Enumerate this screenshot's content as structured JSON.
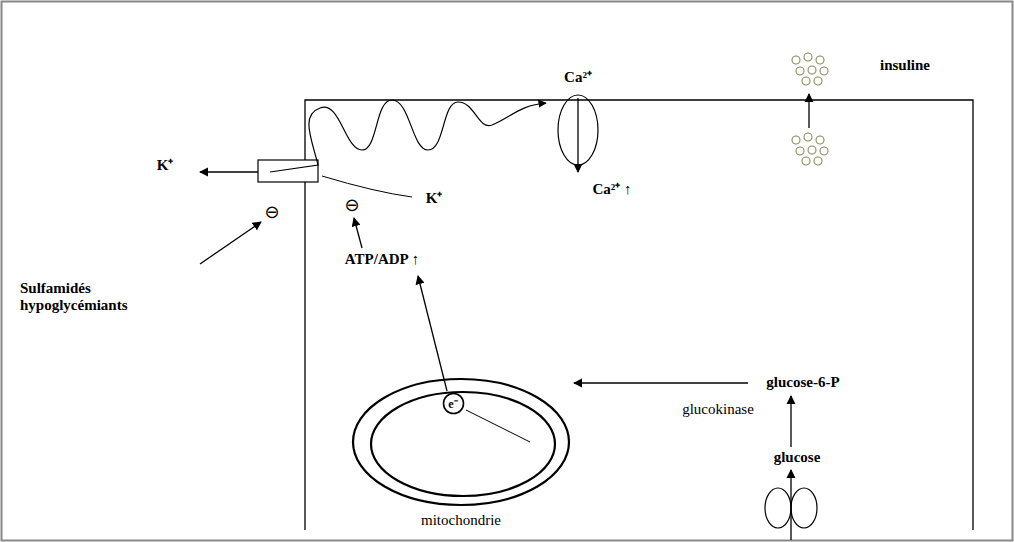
{
  "diagram": {
    "nodes": [
      {
        "text": [
          "mitochondrie"
        ]
      },
      {
        "text": [
          "e⁻"
        ],
        "in": 0
      }
    ],
    "labels": [
      "Ca²⁺",
      "insuline",
      "K⁺",
      "K⁺",
      "Ca²⁺ ↑",
      "Sulfamidés hypoglycémiants",
      "⊖",
      "⊖",
      "ATP/ADP ↑",
      "glucose-6-P",
      "glucokinase",
      "glucose"
    ]
  }
}
